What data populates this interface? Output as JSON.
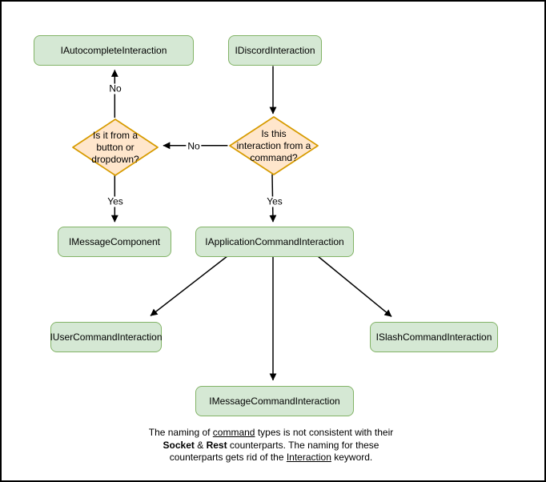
{
  "diagram": {
    "nodes": {
      "autocomplete": {
        "label": "IAutocompleteInteraction"
      },
      "discord": {
        "label": "IDiscordInteraction"
      },
      "message_component": {
        "label": "IMessageComponent"
      },
      "application_command": {
        "label": "IApplicationCommandInteraction"
      },
      "user_command": {
        "label": "IUserCommandInteraction"
      },
      "slash_command": {
        "label": "ISlashCommandInteraction"
      },
      "message_command": {
        "label": "IMessageCommandInteraction"
      }
    },
    "decisions": {
      "button_dropdown": {
        "text": "Is it from a button or dropdown?",
        "lines": [
          "Is it from a",
          "button or",
          "dropdown?"
        ]
      },
      "command": {
        "text": "Is this interaction from a command?",
        "lines": [
          "Is this",
          "interaction from a",
          "command?"
        ]
      }
    },
    "edge_labels": {
      "no_to_autocomplete": "No",
      "no_to_button_dropdown": "No",
      "yes_to_message_component": "Yes",
      "yes_to_application_command": "Yes"
    },
    "note": {
      "line1": [
        {
          "t": "The naming of "
        },
        {
          "t": "command"
        },
        {
          "t": " types is not consistent with their"
        }
      ],
      "line2": [
        {
          "t": "Socket"
        },
        {
          "t": " & "
        },
        {
          "t": "Rest"
        },
        {
          "t": " counterparts. The naming for these"
        }
      ],
      "line3": [
        {
          "t": "counterparts gets rid of the "
        },
        {
          "t": "Interaction"
        },
        {
          "t": " keyword."
        }
      ]
    },
    "colors": {
      "node_fill": "#d5e8d4",
      "node_border": "#82b366",
      "decision_fill": "#ffe6cc",
      "decision_border": "#d79b00",
      "arrow": "#000000",
      "canvas_border": "#000000",
      "background": "#ffffff"
    }
  }
}
